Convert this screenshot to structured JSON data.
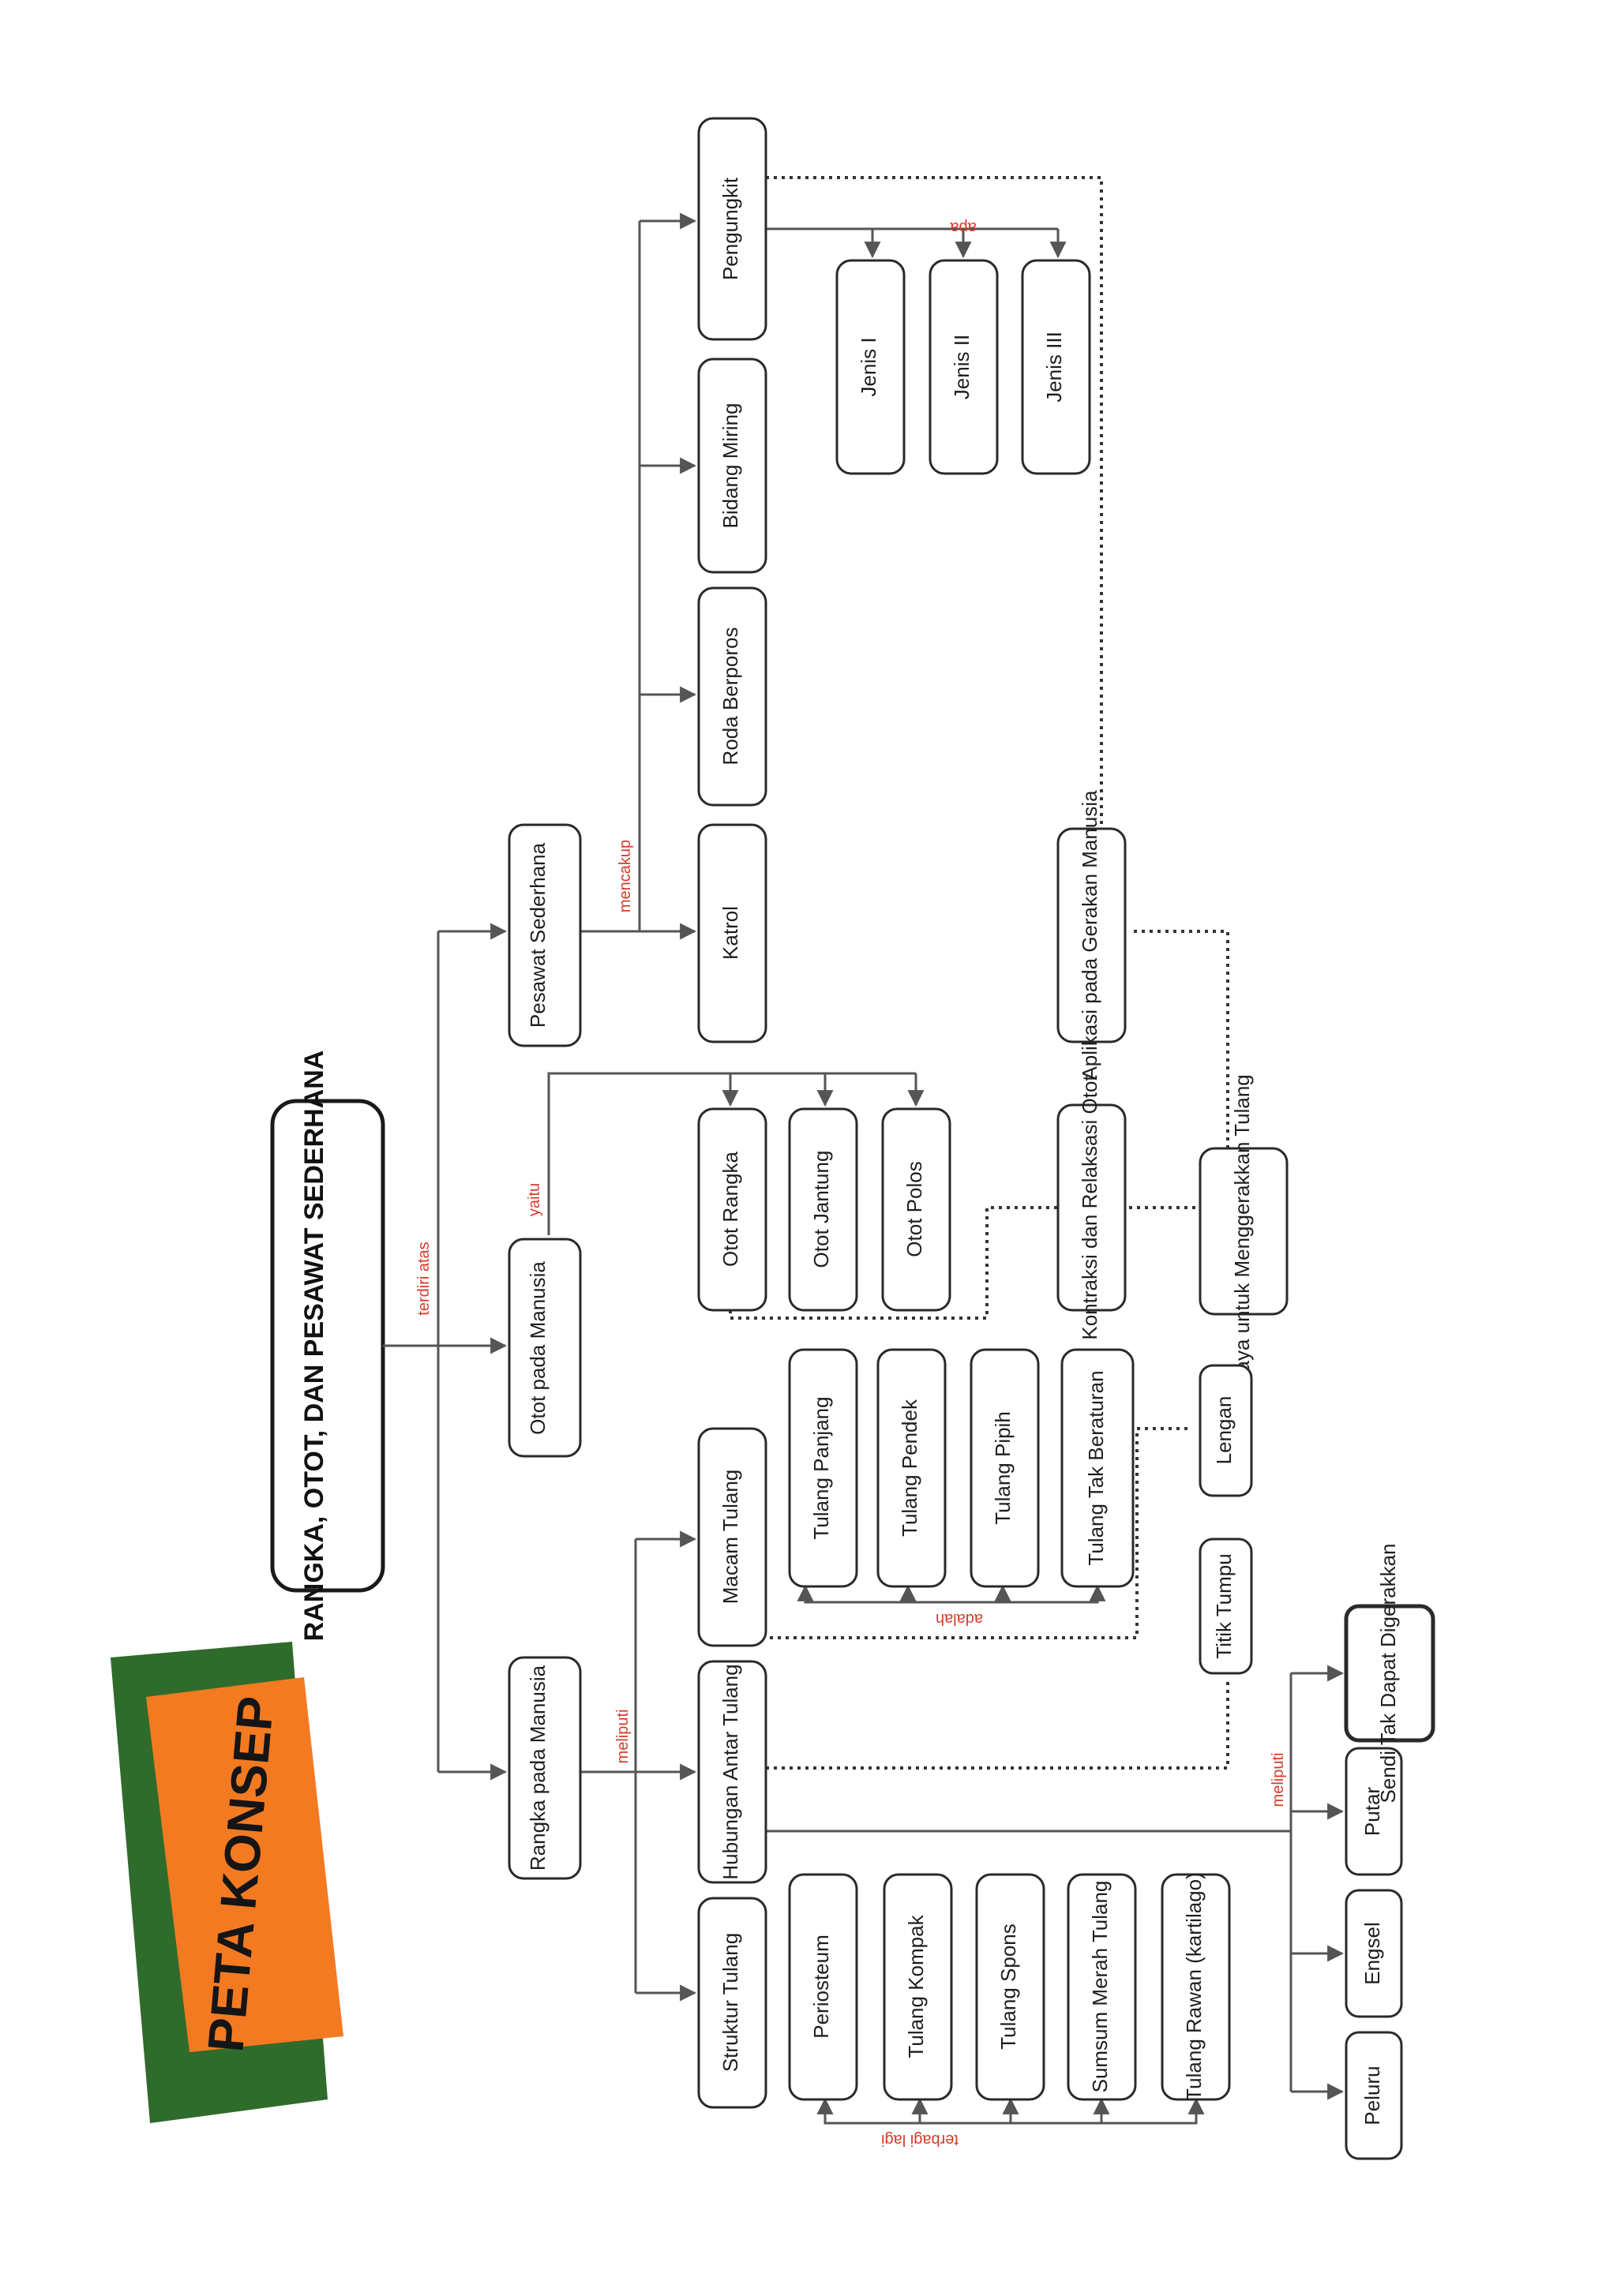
{
  "banner": {
    "label": "PETA KONSEP",
    "colors": {
      "green": "#2f6b2a",
      "orange": "#f47a22"
    }
  },
  "title": "RANGKA, OTOT, DAN PESAWAT SEDERHANA",
  "nodes": {
    "rangka": "Rangka pada Manusia",
    "otot": "Otot pada Manusia",
    "pesawat": "Pesawat Sederhana",
    "struktur_tulang": "Struktur Tulang",
    "hubungan_antar_tulang": "Hubungan Antar Tulang",
    "macam_tulang": "Macam Tulang",
    "otot_rangka": "Otot Rangka",
    "otot_jantung": "Otot Jantung",
    "otot_polos": "Otot Polos",
    "katrol": "Katrol",
    "roda_berporos": "Roda Berporos",
    "bidang_miring": "Bidang Miring",
    "pengungkit": "Pengungkit",
    "periosteum": "Periosteum",
    "tulang_kompak": "Tulang Kompak",
    "tulang_spons": "Tulang Spons",
    "sumsum_merah": "Sumsum Merah Tulang",
    "tulang_rawan": "Tulang Rawan (kartilago)",
    "tulang_panjang": "Tulang Panjang",
    "tulang_pendek": "Tulang Pendek",
    "tulang_pipih": "Tulang Pipih",
    "tulang_tak_beraturan": "Tulang Tak Beraturan",
    "jenis_1": "Jenis I",
    "jenis_2": "Jenis II",
    "jenis_3": "Jenis III",
    "kontraksi": "Kontraksi dan Relaksasi Otot",
    "aplikasi": "Aplikasi pada Gerakan Manusia",
    "gaya": "Gaya untuk Menggerakkan Tulang",
    "lengan": "Lengan",
    "titik_tumpu": "Titik Tumpu",
    "peluru": "Peluru",
    "engsel": "Engsel",
    "putar": "Putar",
    "sendi_tak_dapat": "Sendi Tak Dapat Digerakkan"
  },
  "link_labels": {
    "terdiri_atas": "terdiri atas",
    "meliputi_rangka": "meliputi",
    "yaitu": "yaitu",
    "mencakup": "mencakup",
    "apa": "apa",
    "terbagi_lagi": "terbagi lagi",
    "adalah": "adalah",
    "meliputi_sendi": "meliputi"
  }
}
